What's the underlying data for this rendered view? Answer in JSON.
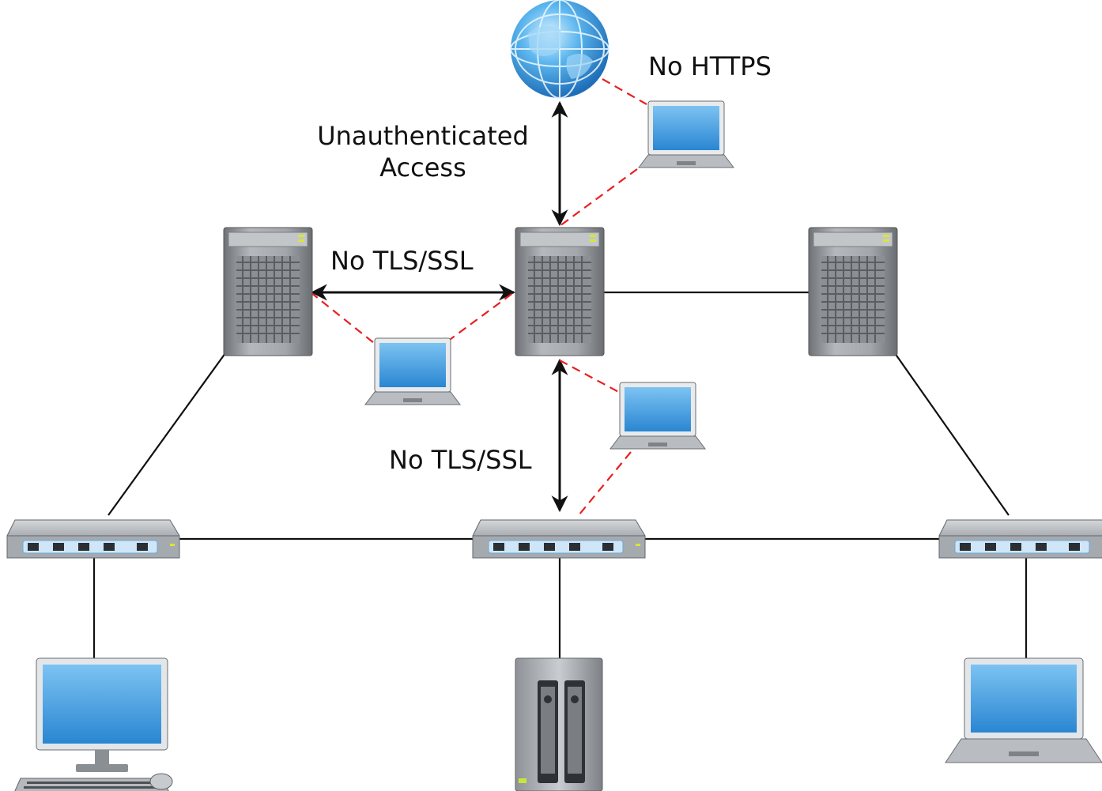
{
  "labels": {
    "no_https": "No HTTPS",
    "unauth_line1": "Unauthenticated",
    "unauth_line2": "Access",
    "no_tls_top": "No TLS/SSL",
    "no_tls_vertical": "No TLS/SSL"
  },
  "colors": {
    "attack_line": "#e82020",
    "link_line": "#111111",
    "screen_blue": "#3d9be0",
    "device_gray": "#8a8f94"
  },
  "icons": {
    "internet": "globe-icon",
    "server": "server-tower-icon",
    "switch": "network-switch-icon",
    "attacker": "laptop-icon",
    "workstation": "desktop-computer-icon",
    "storage": "nas-storage-icon"
  }
}
